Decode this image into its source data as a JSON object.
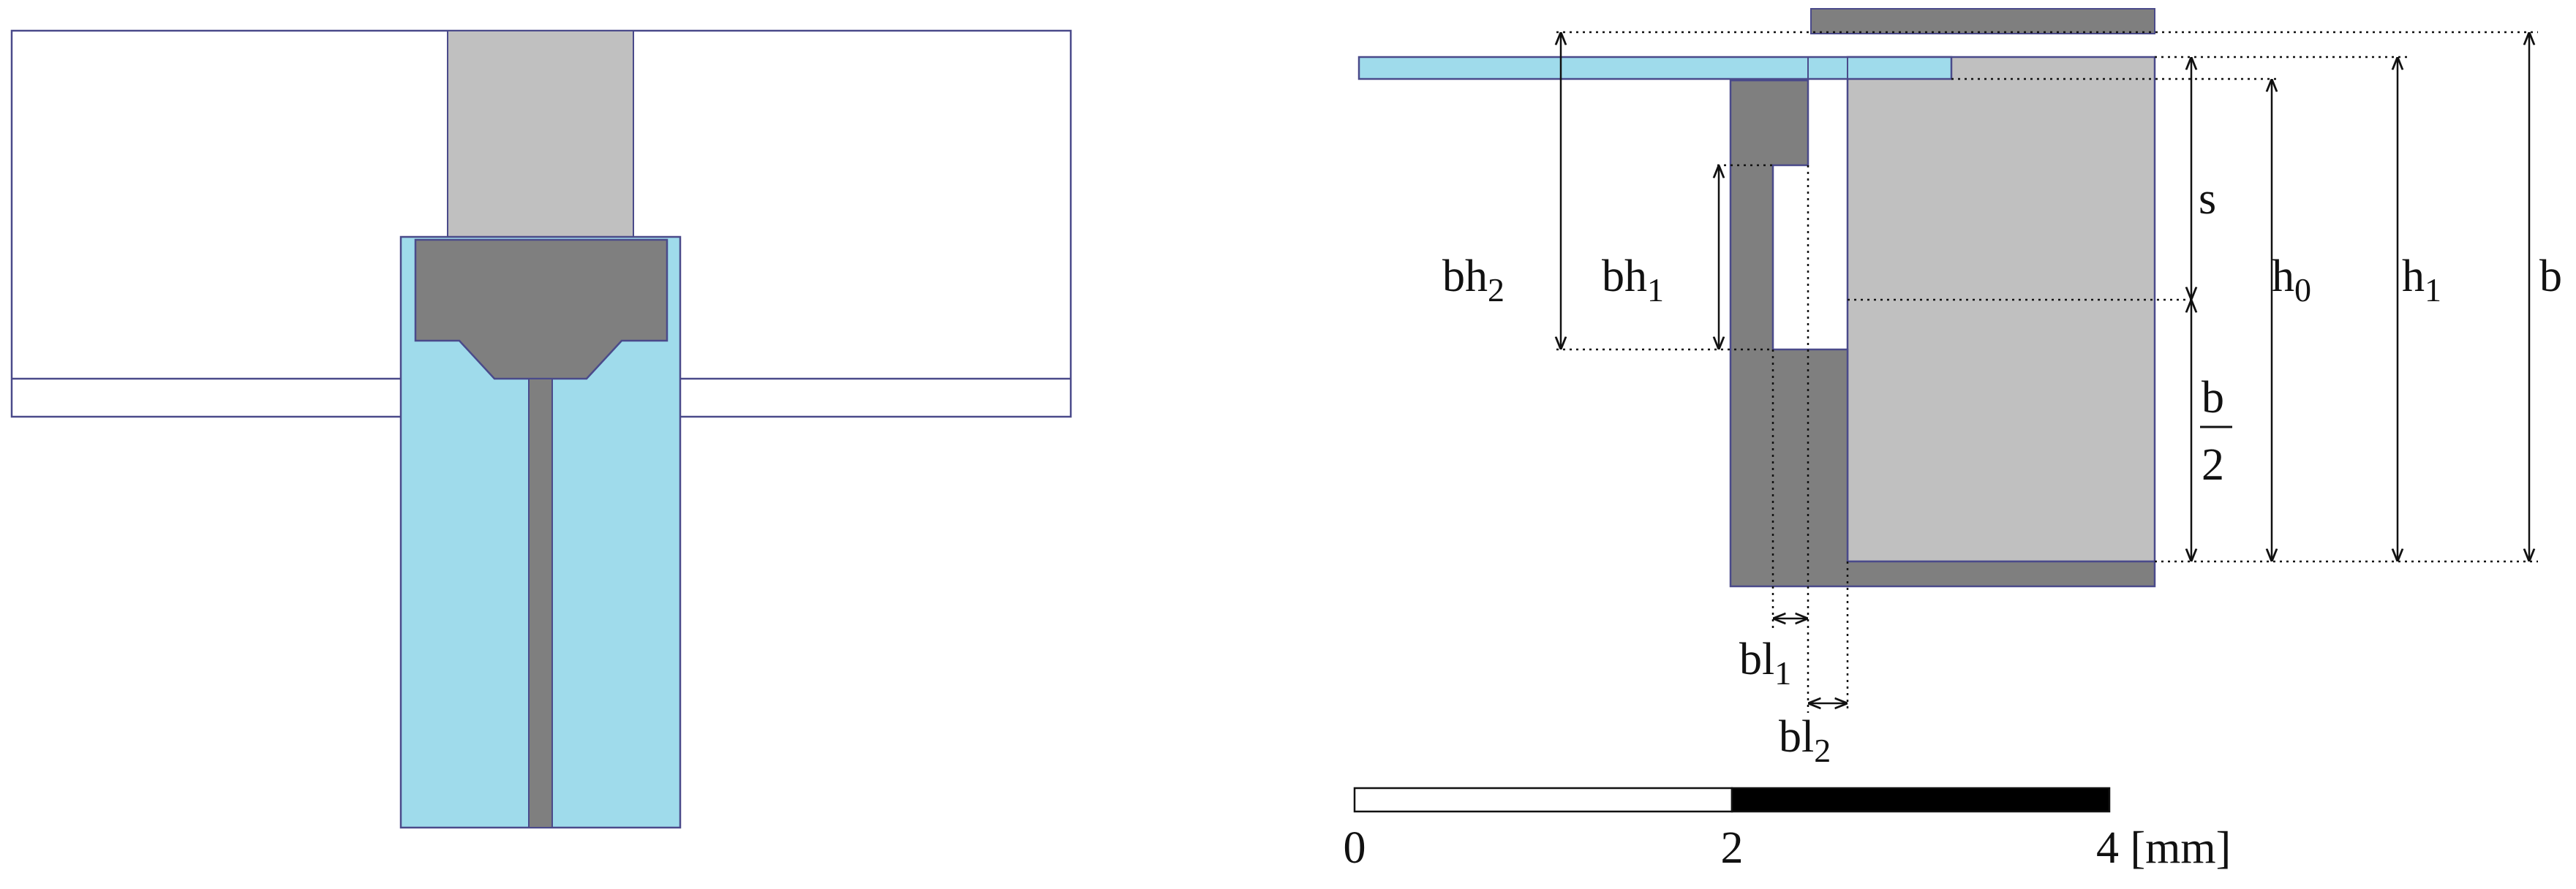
{
  "colors": {
    "background": "#ffffff",
    "outline": "#4a4a8a",
    "light_blue": "#9fdbeb",
    "light_gray": "#c0c0c0",
    "dark_gray": "#7f7f7f",
    "black": "#000000",
    "dim_line": "#111111"
  },
  "labels": {
    "bh2_main": "bh",
    "bh2_sub": "2",
    "bh1_main": "bh",
    "bh1_sub": "1",
    "s": "s",
    "h0_main": "h",
    "h0_sub": "0",
    "h1_main": "h",
    "h1_sub": "1",
    "b": "b",
    "b2_num": "b",
    "b2_den": "2",
    "bl1_main": "bl",
    "bl1_sub": "1",
    "bl2_main": "bl",
    "bl2_sub": "2"
  },
  "scale_bar": {
    "tick_0": "0",
    "tick_2": "2",
    "tick_4": "4 [mm]"
  }
}
